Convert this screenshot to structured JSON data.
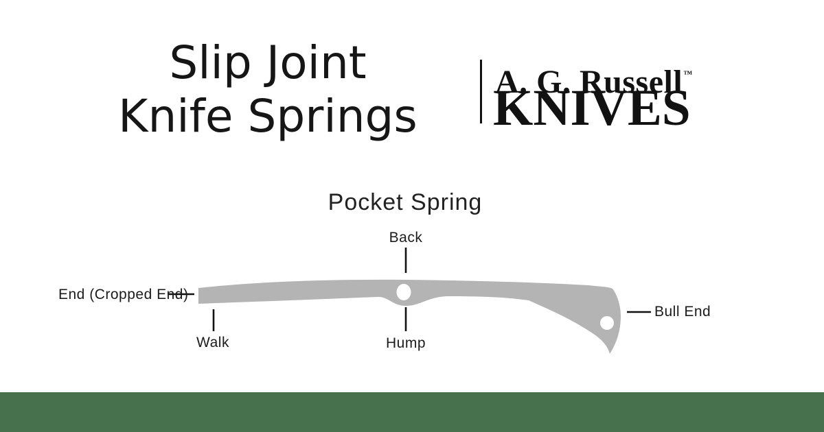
{
  "colors": {
    "background": "#ffffff",
    "footer_bar": "#47714d",
    "spring_fill": "#b4b4b4",
    "pointer_line": "#111111",
    "text": "#161616"
  },
  "header": {
    "title_line1": "Slip Joint",
    "title_line2": "Knife Springs"
  },
  "logo": {
    "name_text": "A. G. Russell",
    "trademark": "™",
    "knives_text": "KNIVES"
  },
  "diagram": {
    "heading": "Pocket Spring",
    "labels": {
      "back": "Back",
      "end_cropped": "End (Cropped End)",
      "walk": "Walk",
      "hump": "Hump",
      "bull_end": "Bull End"
    }
  }
}
